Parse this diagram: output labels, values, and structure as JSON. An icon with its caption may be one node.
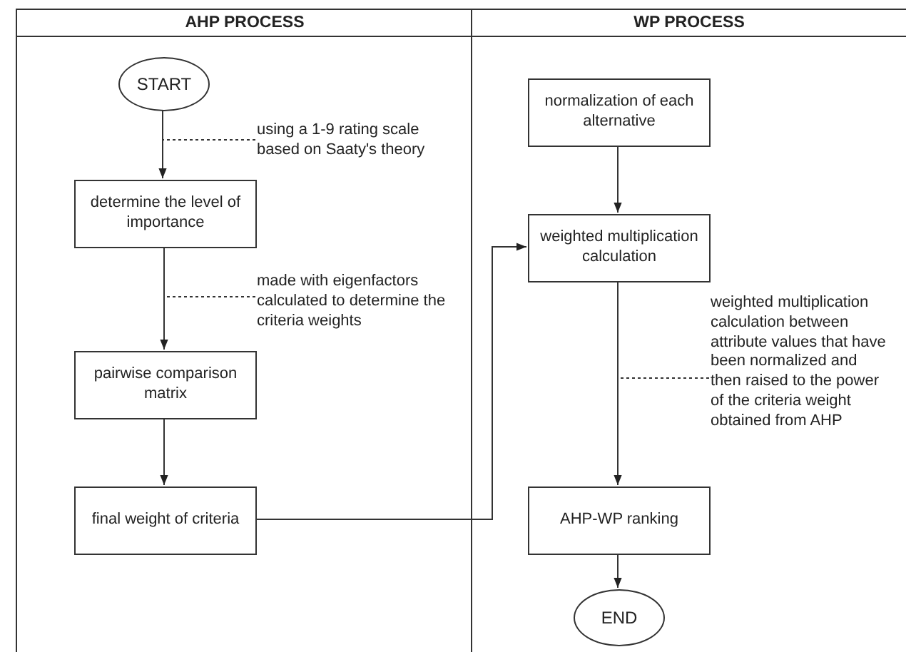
{
  "diagram": {
    "nodes": [
      {
        "text": [
          "AHP PROCESS"
        ]
      },
      {
        "text": [
          "WP PROCESS"
        ]
      },
      {
        "text": [
          "START"
        ],
        "in": 0
      },
      {
        "text": [
          "using a 1-9 rating scale based on Saaty's theory"
        ],
        "in": 0
      },
      {
        "text": [
          "determine the level of importance"
        ],
        "in": 0
      },
      {
        "text": [
          "made with eigenfactors calculated to determine the criteria weights"
        ],
        "in": 0
      },
      {
        "text": [
          "pairwise comparison matrix"
        ],
        "in": 0
      },
      {
        "text": [
          "final weight of criteria"
        ],
        "in": 0
      },
      {
        "text": [
          "normalization of each alternative"
        ],
        "in": 1
      },
      {
        "text": [
          "weighted multiplication calculation"
        ],
        "in": 1
      },
      {
        "text": [
          "weighted multiplication calculation between attribute values that have been normalized and then raised to the power of the criteria weight obtained from AHP"
        ],
        "in": 1
      },
      {
        "text": [
          "AHP-WP ranking"
        ],
        "in": 1
      },
      {
        "text": [
          "END"
        ],
        "in": 1
      }
    ],
    "edges": [
      {
        "from": 2,
        "to": 4,
        "arrow": "to"
      },
      {
        "from": 4,
        "to": 6,
        "arrow": "to"
      },
      {
        "from": 6,
        "to": 7,
        "arrow": "to"
      },
      {
        "from": 7,
        "to": 9,
        "arrow": "to"
      },
      {
        "from": 8,
        "to": 9,
        "arrow": "to"
      },
      {
        "from": 9,
        "to": 11,
        "arrow": "to"
      },
      {
        "from": 11,
        "to": 12,
        "arrow": "to"
      },
      {
        "from": 3,
        "to": null,
        "arrow": "none",
        "style": "dashed"
      },
      {
        "from": 5,
        "to": null,
        "arrow": "none",
        "style": "dashed"
      },
      {
        "from": 10,
        "to": null,
        "arrow": "none",
        "style": "dashed"
      }
    ]
  }
}
